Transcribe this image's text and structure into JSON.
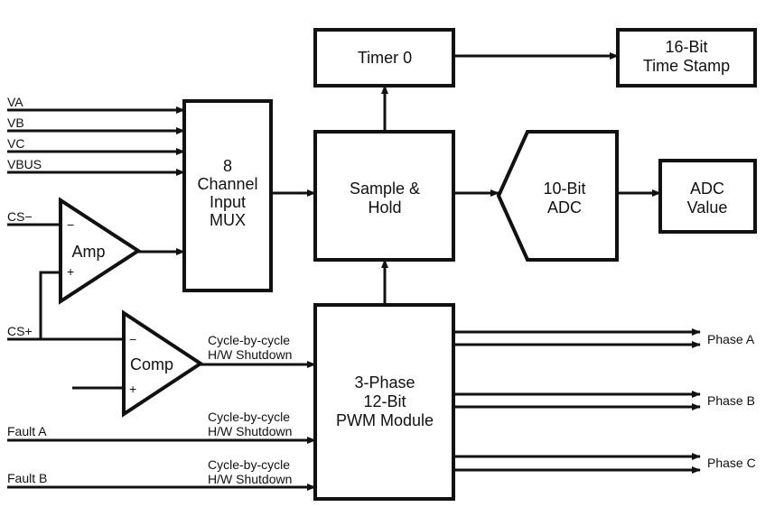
{
  "blocks": {
    "timer": "Timer 0",
    "timestamp": [
      "16-Bit",
      "Time Stamp"
    ],
    "mux": [
      "8",
      "Channel",
      "Input",
      "MUX"
    ],
    "sample_hold": [
      "Sample &",
      "Hold"
    ],
    "adc": [
      "10-Bit",
      "ADC"
    ],
    "adc_value": [
      "ADC",
      "Value"
    ],
    "amp": "Amp",
    "comp": "Comp",
    "pwm": [
      "3-Phase",
      "12-Bit",
      "PWM Module"
    ]
  },
  "inputs": {
    "va": "VA",
    "vb": "VB",
    "vc": "VC",
    "vbus": "VBUS",
    "cs_minus": "CS−",
    "cs_plus": "CS+",
    "fault_a": "Fault A",
    "fault_b": "Fault B"
  },
  "signs": {
    "minus": "−",
    "plus": "+"
  },
  "shutdown_label": [
    "Cycle-by-cycle",
    "H/W Shutdown"
  ],
  "outputs": {
    "phase_a": "Phase A",
    "phase_b": "Phase B",
    "phase_c": "Phase C"
  }
}
